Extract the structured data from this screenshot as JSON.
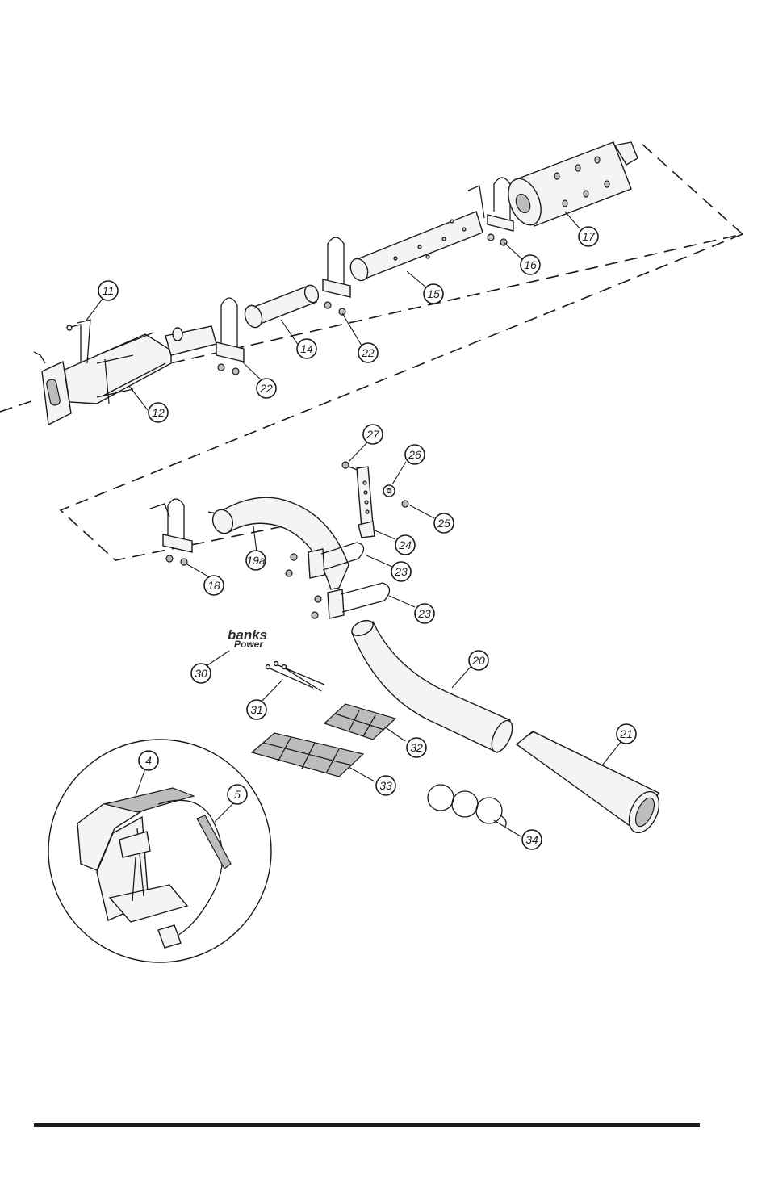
{
  "callouts": {
    "c4": "4",
    "c5": "5",
    "c11": "11",
    "c12": "12",
    "c14": "14",
    "c15": "15",
    "c16": "16",
    "c17": "17",
    "c18": "18",
    "c19a": "19a",
    "c20": "20",
    "c21": "21",
    "c22a": "22",
    "c22b": "22",
    "c23a": "23",
    "c23b": "23",
    "c24": "24",
    "c25": "25",
    "c26": "26",
    "c27": "27",
    "c30": "30",
    "c31": "31",
    "c32": "32",
    "c33": "33",
    "c34": "34"
  },
  "logo": {
    "line1": "banks",
    "line2": "Power"
  },
  "colors": {
    "ink": "#1a1a1a",
    "paper": "#ffffff"
  }
}
